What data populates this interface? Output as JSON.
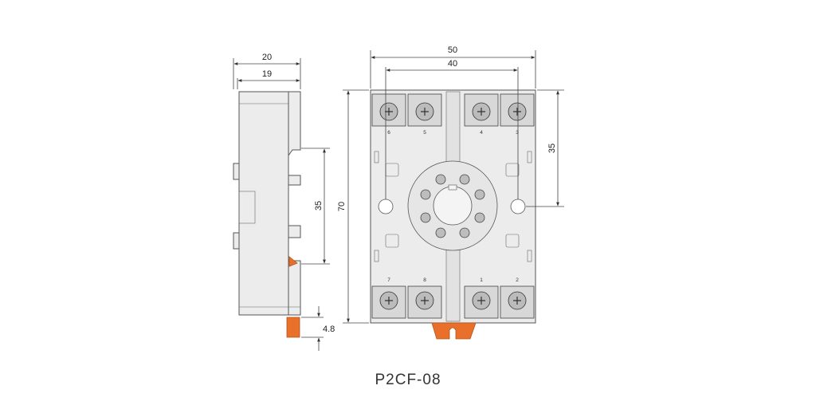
{
  "model": "P2CF-08",
  "side_view": {
    "dims": {
      "overall_width": "20",
      "inner_width": "19",
      "rail_height": "35",
      "clip_height": "4.8"
    }
  },
  "front_view": {
    "dims": {
      "overall_width": "50",
      "hole_spacing": "40",
      "height": "70",
      "hole_height": "35"
    },
    "terminals_top": [
      "6",
      "5",
      "4",
      "3"
    ],
    "terminals_bottom": [
      "7",
      "8",
      "1",
      "2"
    ]
  },
  "colors": {
    "accent": "#e8702a",
    "body": "#ececec",
    "outline": "#555555"
  }
}
